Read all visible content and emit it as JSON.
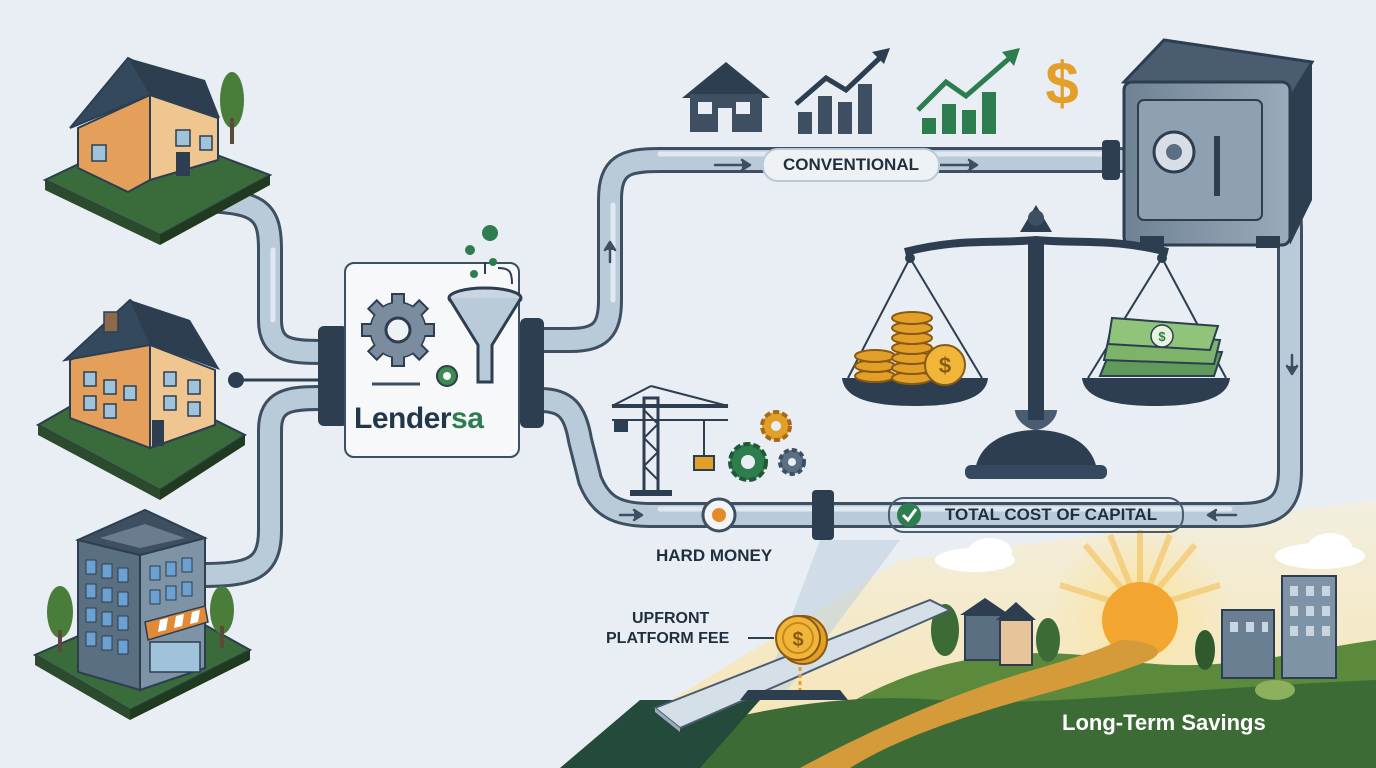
{
  "brand": {
    "name_main": "Lender",
    "name_accent": "sa"
  },
  "routes": {
    "conventional": "CONVENTIONAL",
    "hard_money": "HARD MONEY",
    "total_cost": "TOTAL COST OF CAPITAL"
  },
  "fee": {
    "line1": "UPFRONT",
    "line2": "PLATFORM FEE"
  },
  "outcome": {
    "label": "Long-Term Savings"
  },
  "icons": [
    "single-family-house-icon",
    "multi-family-house-icon",
    "commercial-building-icon",
    "gear-icon",
    "funnel-icon",
    "house-icon",
    "bar-chart-up-icon",
    "green-chart-up-icon",
    "dollar-sign-icon",
    "safe-vault-icon",
    "balance-scale-icon",
    "coin-stack-icon",
    "cash-stack-icon",
    "construction-crane-icon",
    "checkmark-icon",
    "coin-icon",
    "sunrise-icon"
  ],
  "colors": {
    "pipe": "#b9cad9",
    "pipe_outline": "#3d4f60",
    "navy": "#2c3e50",
    "green": "#2e7d4f",
    "gold": "#e3a028",
    "background": "#e8eef3"
  }
}
